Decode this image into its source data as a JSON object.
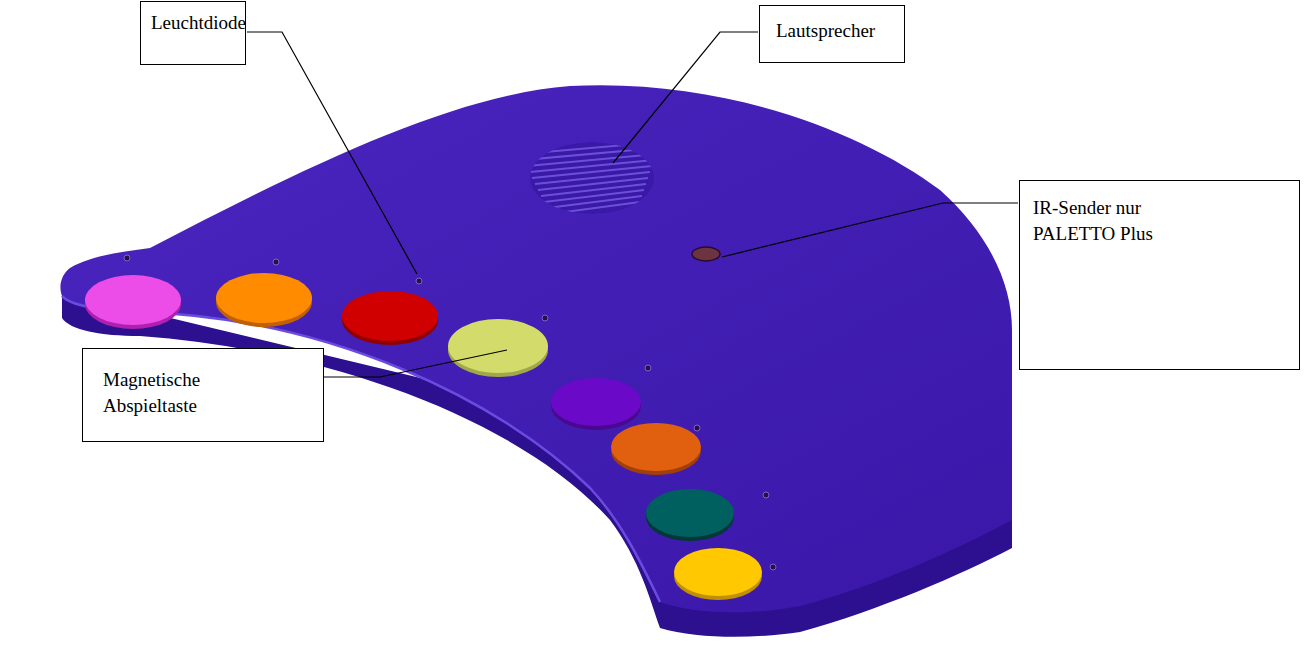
{
  "diagram": {
    "nodes": [
      {
        "text": [
          "Leuchtdiode"
        ]
      },
      {
        "text": [
          "Lautsprecher"
        ]
      },
      {
        "text": [
          "IR-Sender nur PALETTO Plus"
        ]
      },
      {
        "text": [
          "Magnetische Abspieltaste"
        ]
      }
    ]
  }
}
